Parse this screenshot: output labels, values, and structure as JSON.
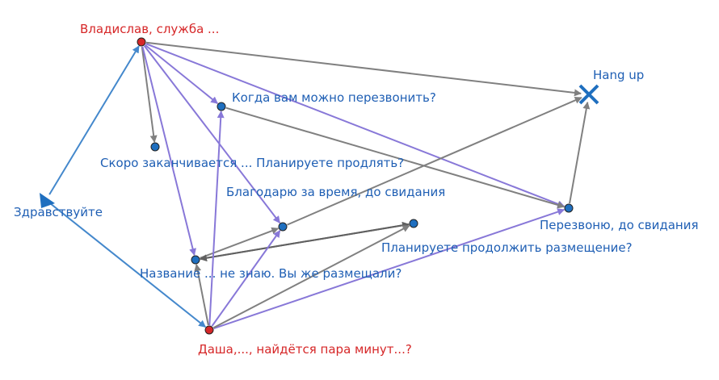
{
  "colors": {
    "red": "#d62728",
    "blue": "#1f6fbf",
    "label_blue": "#1f5fb4",
    "label_red": "#d62728",
    "edge_gray": "#808080",
    "edge_dark": "#606060",
    "edge_purple": "#8878d8",
    "edge_blue": "#4488cc"
  },
  "nodes": [
    {
      "id": "vladislav",
      "label": "Владислав, служба ...",
      "kind": "red",
      "icon": "circle"
    },
    {
      "id": "hangup",
      "label": "Hang up",
      "kind": "blue",
      "icon": "x-icon"
    },
    {
      "id": "callback",
      "label": "Когда вам можно перезвонить?",
      "kind": "blue",
      "icon": "circle"
    },
    {
      "id": "expiring",
      "label": "Скоро заканчивается ... Планируете продлять?",
      "kind": "blue",
      "icon": "circle"
    },
    {
      "id": "hello",
      "label": "Здравствуйте",
      "kind": "blue",
      "icon": "triangle-icon"
    },
    {
      "id": "thanks",
      "label": "Благодарю за время, до свидания",
      "kind": "blue",
      "icon": "circle"
    },
    {
      "id": "recall",
      "label": "Перезвоню, до свидания",
      "kind": "blue",
      "icon": "circle"
    },
    {
      "id": "continue",
      "label": "Планируете продолжить размещение?",
      "kind": "blue",
      "icon": "circle"
    },
    {
      "id": "name",
      "label": "Название ... не знаю. Вы же размещали?",
      "kind": "blue",
      "icon": "circle"
    },
    {
      "id": "dasha",
      "label": "Даша,..., найдётся пара минут...?",
      "kind": "red",
      "icon": "circle"
    }
  ],
  "edges": [
    {
      "from": "vladislav",
      "to": "hangup",
      "color": "gray"
    },
    {
      "from": "vladislav",
      "to": "expiring",
      "color": "gray"
    },
    {
      "from": "vladislav",
      "to": "callback",
      "color": "purple"
    },
    {
      "from": "vladislav",
      "to": "recall",
      "color": "purple"
    },
    {
      "from": "vladislav",
      "to": "thanks",
      "color": "purple"
    },
    {
      "from": "vladislav",
      "to": "name",
      "color": "purple"
    },
    {
      "from": "hello",
      "to": "vladislav",
      "color": "blue"
    },
    {
      "from": "hello",
      "to": "dasha",
      "color": "blue"
    },
    {
      "from": "callback",
      "to": "recall",
      "color": "gray"
    },
    {
      "from": "recall",
      "to": "hangup",
      "color": "gray"
    },
    {
      "from": "thanks",
      "to": "hangup",
      "color": "gray"
    },
    {
      "from": "name",
      "to": "thanks",
      "color": "gray"
    },
    {
      "from": "name",
      "to": "continue",
      "color": "dark"
    },
    {
      "from": "continue",
      "to": "name",
      "color": "dark"
    },
    {
      "from": "dasha",
      "to": "callback",
      "color": "purple"
    },
    {
      "from": "dasha",
      "to": "thanks",
      "color": "purple"
    },
    {
      "from": "dasha",
      "to": "recall",
      "color": "purple"
    },
    {
      "from": "dasha",
      "to": "continue",
      "color": "gray"
    },
    {
      "from": "dasha",
      "to": "name",
      "color": "gray"
    }
  ]
}
